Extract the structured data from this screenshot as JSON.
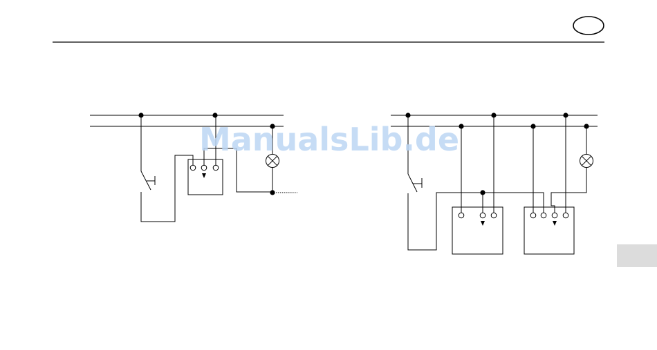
{
  "page": {
    "language_badge": "",
    "side_tab": ""
  },
  "watermark": {
    "text": "ManualsLib.de",
    "color": "#bcd6f3"
  },
  "colors": {
    "line": "#000000",
    "tab": "#dcdcdc",
    "background": "#ffffff"
  },
  "diagrams": [
    {
      "name": "wiring-diagram-left",
      "components": [
        "switch-icon",
        "relay-box-icon",
        "lamp-icon"
      ]
    },
    {
      "name": "wiring-diagram-right",
      "components": [
        "switch-icon",
        "relay-box-icon",
        "relay-box-icon",
        "lamp-icon"
      ]
    }
  ]
}
